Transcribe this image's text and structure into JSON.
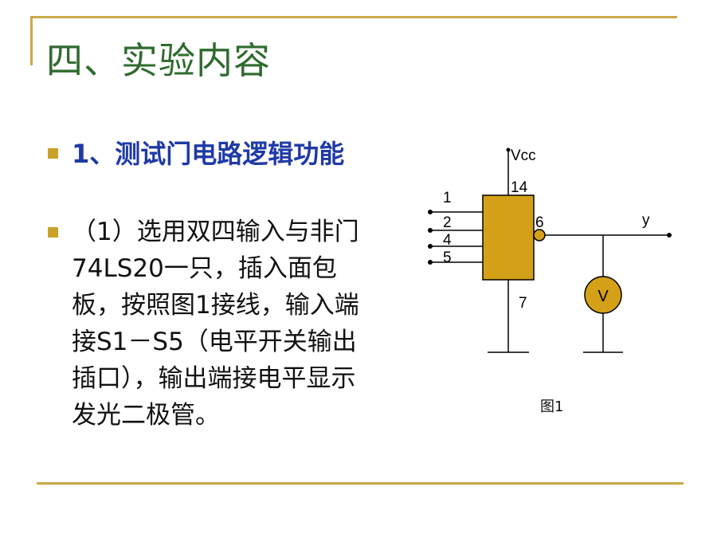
{
  "title": "四、实验内容",
  "bullets": [
    {
      "text": "1、测试门电路逻辑功能"
    },
    {
      "text": "（1）选用双四输入与非门74LS20一只，插入面包板，按照图1接线，输入端接S1－S5（电平开关输出插口），输出端接电平显示发光二极管。"
    }
  ],
  "figure": {
    "caption": "图1",
    "labels": {
      "vcc": "Vcc",
      "pin14": "14",
      "pin1": "1",
      "pin2": "2",
      "pin4": "4",
      "pin5": "5",
      "pin6": "6",
      "pin7": "7",
      "output": "y",
      "meter": "V"
    }
  },
  "colors": {
    "title": "#2f6b2f",
    "bullet": "#c9a227",
    "heading_text": "#1f3aa6",
    "frame": "#c9a94a",
    "gate_fill": "#d4a017"
  }
}
